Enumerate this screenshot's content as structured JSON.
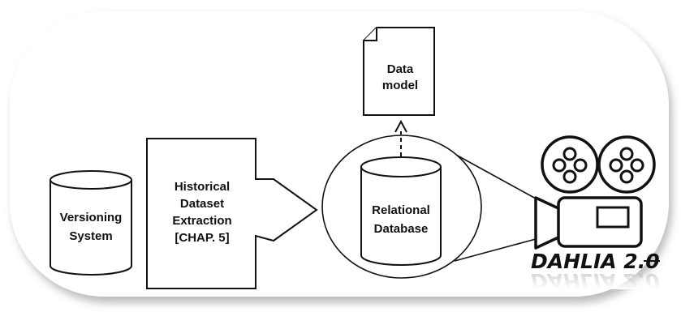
{
  "diagram": {
    "versioning_system": {
      "line1": "Versioning",
      "line2": "System"
    },
    "extraction": {
      "line1": "Historical",
      "line2": "Dataset",
      "line3": "Extraction",
      "line4": "[CHAP. 5]"
    },
    "database": {
      "line1": "Relational",
      "line2": "Database"
    },
    "data_model": {
      "line1": "Data",
      "line2": "model"
    },
    "brand": "DAHLIA 2.0"
  },
  "colors": {
    "stroke": "#111111",
    "fill": "#ffffff",
    "panel_shadow": "#b5b5b5"
  }
}
